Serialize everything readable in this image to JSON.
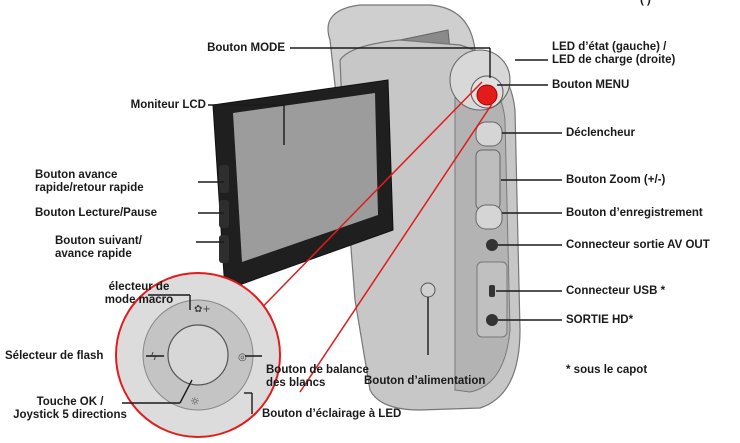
{
  "header": {
    "partial_text": "(                )"
  },
  "callouts": {
    "mode": "Bouton MODE",
    "lcd": "Moniteur LCD",
    "ff_rew": "Bouton avance\nrapide/retour rapide",
    "play_pause": "Bouton Lecture/Pause",
    "next_ff": "Bouton suivant/\navance rapide",
    "macro": "électeur de\nmode macro",
    "flash": "Sélecteur de flash",
    "ok_joystick": "Touche OK /\nJoystick 5 directions",
    "led_light": "Bouton d’éclairage à LED",
    "white_balance": "Bouton de balance\ndes blancs",
    "power": "Bouton d’alimentation",
    "led_status": "LED d’état (gauche) /\nLED de charge (droite)",
    "menu": "Bouton MENU",
    "shutter": "Déclencheur",
    "zoom": "Bouton Zoom (+/-)",
    "record": "Bouton d’enregistrement",
    "av_out": "Connecteur sortie AV OUT",
    "usb": "Connecteur USB *",
    "hd_out": "SORTIE HD*"
  },
  "footnote": "* sous le capot",
  "colors": {
    "body": "#c9c9c9",
    "screen": "#9a9a9a",
    "bezel": "#2a2a2a",
    "highlight": "#e31b1b",
    "text": "#1a1a1a"
  },
  "icons": {
    "macro": "flower-plus-icon",
    "light": "sun-icon",
    "flash": "flash-icon",
    "wb": "wb-icon"
  }
}
